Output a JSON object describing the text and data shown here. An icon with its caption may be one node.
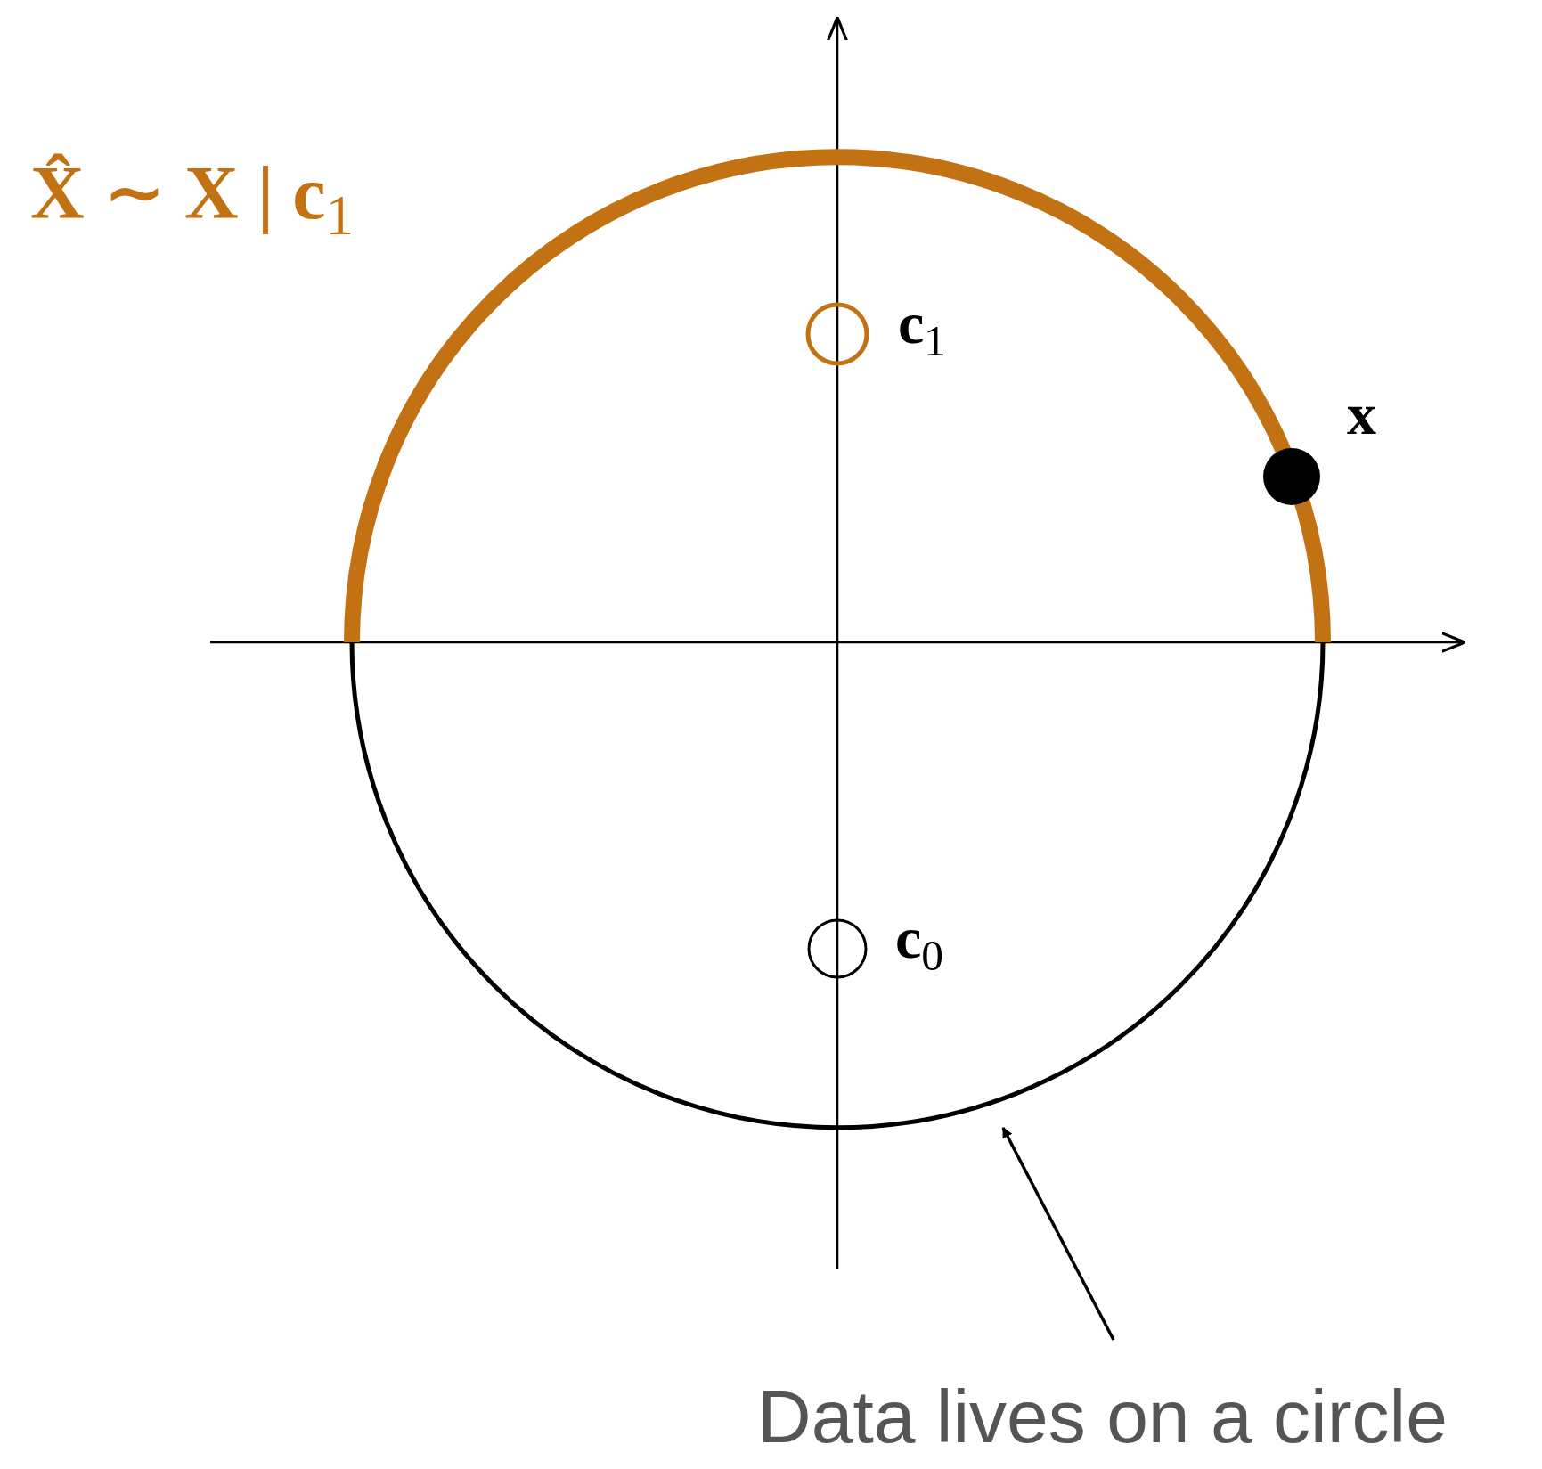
{
  "diagram": {
    "nodes": [
      {
        "text": [
          "Data lives on a circle"
        ]
      },
      {
        "text": [],
        "shape": "circle"
      }
    ],
    "edges": [
      {
        "from": 0,
        "to": 1,
        "arrow": "to"
      }
    ],
    "labels": [
      "X̂ ∼ X | c$_{1}$",
      "c$_{1}$",
      "x",
      "c$_{0}$"
    ]
  }
}
